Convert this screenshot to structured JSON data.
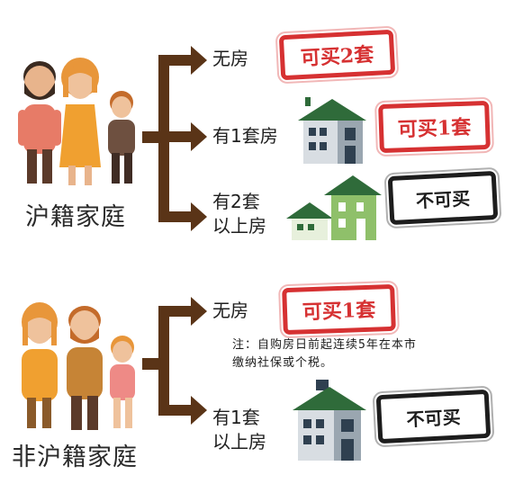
{
  "section_shanghai": {
    "family_label": "沪籍家庭",
    "options": [
      {
        "label": "无房",
        "stamp": "可买2套"
      },
      {
        "label": "有1套房",
        "stamp": "可买1套"
      },
      {
        "label_line1": "有2套",
        "label_line2": "以上房",
        "stamp": "不可买"
      }
    ]
  },
  "section_non_shanghai": {
    "family_label": "非沪籍家庭",
    "options": [
      {
        "label": "无房",
        "stamp": "可买1套"
      },
      {
        "label_line1": "有1套",
        "label_line2": "以上房",
        "stamp": "不可买"
      }
    ],
    "note_line1": "注：自购房日前起连续5年在本市",
    "note_line2": "缴纳社保或个税。"
  },
  "colors": {
    "arrow_brown": "#5a3417",
    "stamp_red": "#d63132",
    "stamp_black": "#1d1d1d",
    "house_green": "#2f6b3a",
    "house_light_green": "#8fc06a"
  }
}
